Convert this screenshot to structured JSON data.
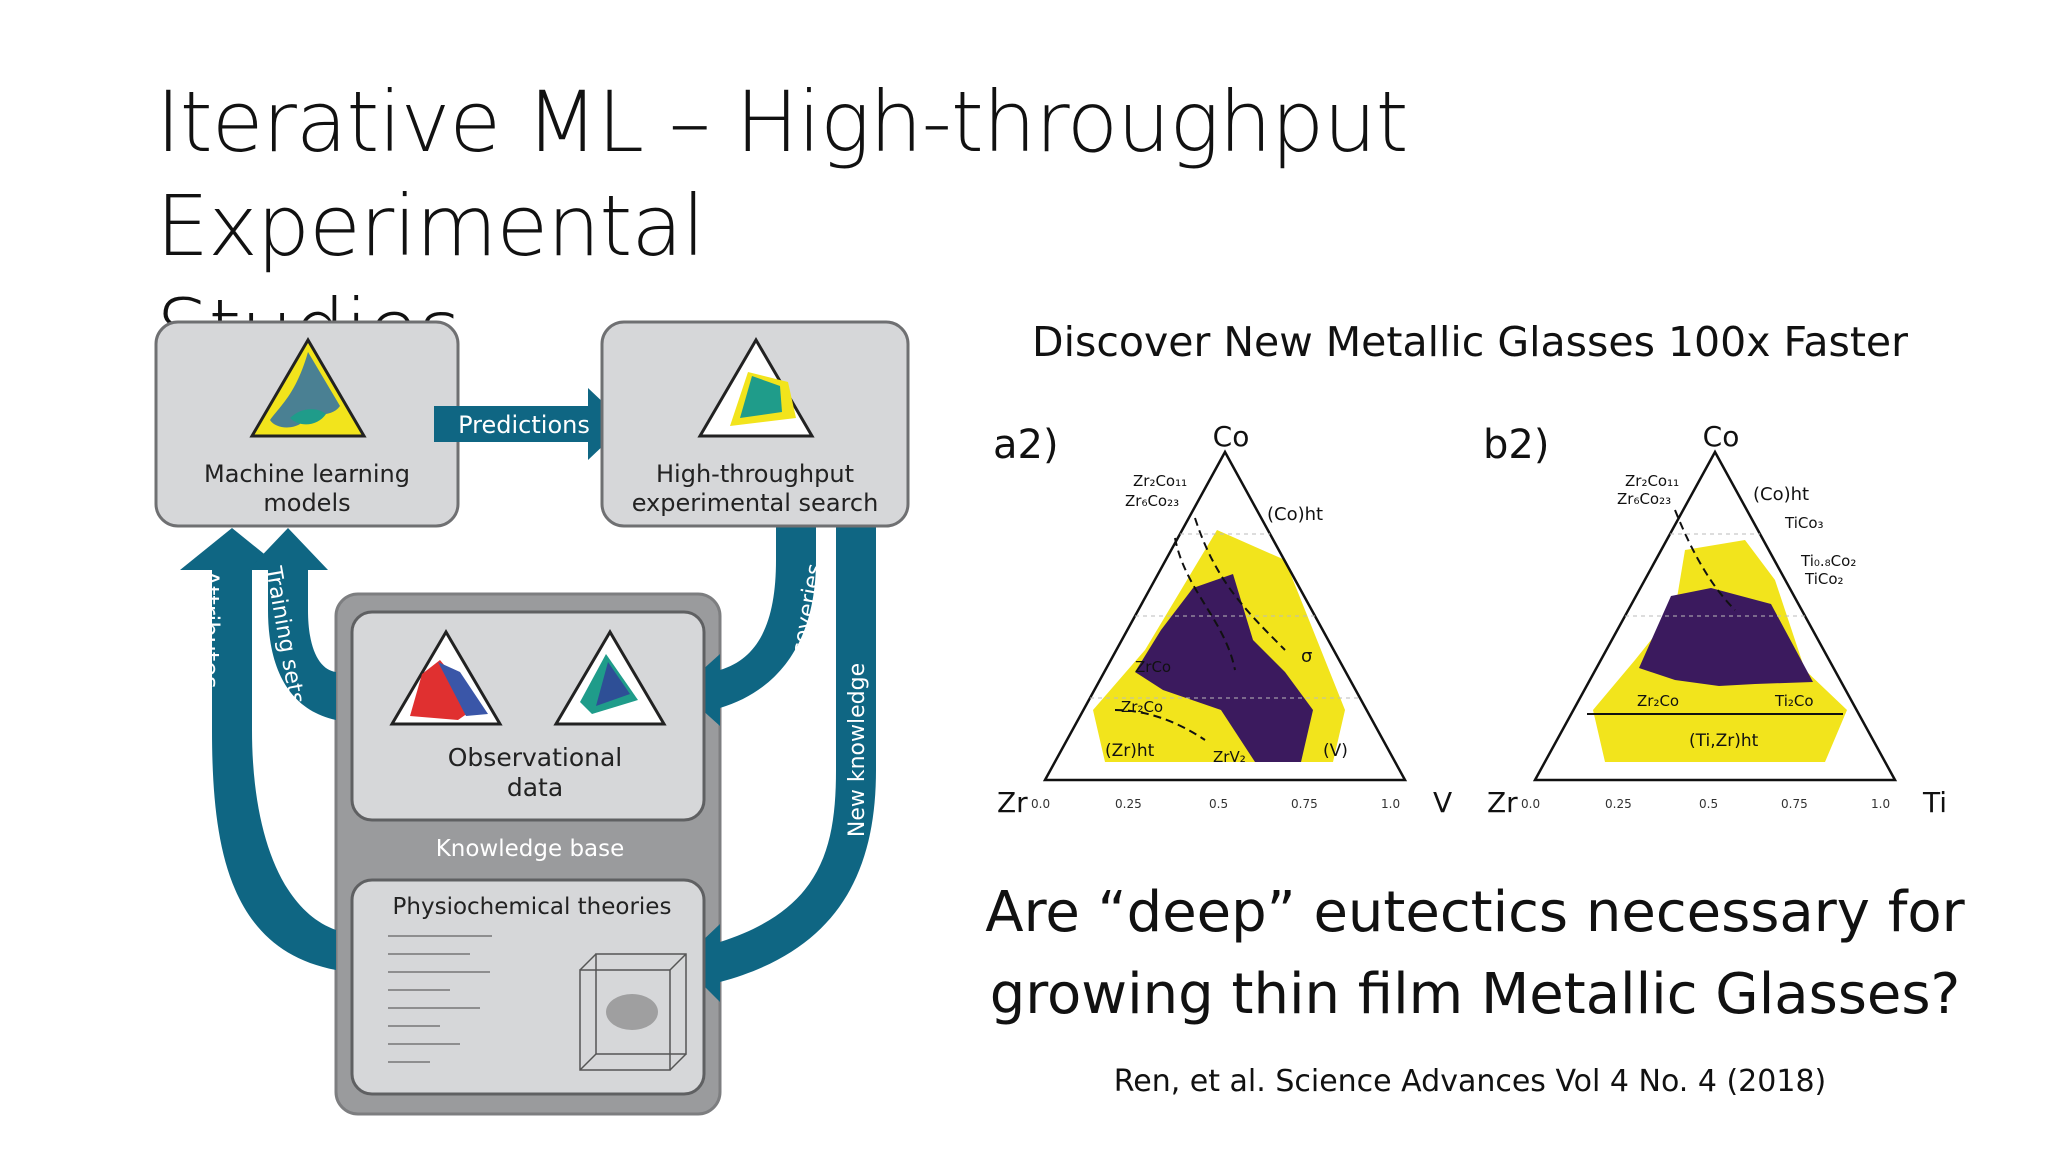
{
  "slide": {
    "title_line1": "Iterative ML – High-throughput Experimental",
    "title_line2": "Studies",
    "subtitle": "Discover New Metallic Glasses 100x Faster",
    "question_line1": "Are “deep” eutectics necessary for",
    "question_line2": "growing thin film Metallic Glasses?",
    "citation": "Ren, et al. Science Advances Vol 4 No. 4 (2018)"
  },
  "workflow": {
    "ml_models_line1": "Machine learning",
    "ml_models_line2": "models",
    "ht_search_line1": "High-throughput",
    "ht_search_line2": "experimental search",
    "predictions": "Predictions",
    "attributes": "Attributes",
    "training_sets": "Training sets",
    "discoveries": "Discoveries",
    "new_knowledge": "New knowledge",
    "observational_line1": "Observational",
    "observational_line2": "data",
    "knowledge_base": "Knowledge base",
    "theories": "Physiochemical theories",
    "colors": {
      "teal": "#0f6683",
      "panel": "#d6d7d9",
      "kb": "#9a9b9d",
      "yellow": "#f2e41c",
      "purple": "#3b1a5e"
    }
  },
  "ternary_a": {
    "label": "a2)",
    "top": "Co",
    "left": "Zr",
    "right": "V",
    "ticks": [
      "0.0",
      "0.25",
      "0.5",
      "0.75",
      "1.0"
    ],
    "phases": [
      "Zr₂Co₁₁",
      "Zr₆Co₂₃",
      "(Co)ht",
      "σ",
      "ZrCo",
      "Zr₂Co",
      "(Zr)ht",
      "ZrV₂",
      "(V)"
    ]
  },
  "ternary_b": {
    "label": "b2)",
    "top": "Co",
    "left": "Zr",
    "right": "Ti",
    "ticks": [
      "0.0",
      "0.25",
      "0.5",
      "0.75",
      "1.0"
    ],
    "phases": [
      "Zr₂Co₁₁",
      "Zr₆Co₂₃",
      "(Co)ht",
      "TiCo₃",
      "Ti₀.₈Co₂",
      "TiCo₂",
      "Zr₂Co",
      "Ti₂Co",
      "(Ti,Zr)ht"
    ]
  }
}
